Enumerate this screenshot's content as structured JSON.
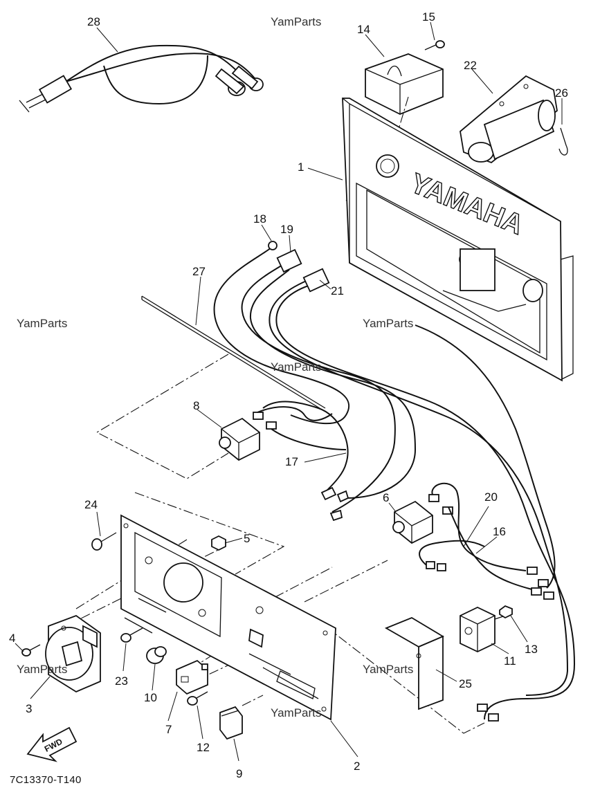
{
  "watermarks": [
    "YamParts",
    "YamParts",
    "YamParts",
    "YamParts",
    "YamParts",
    "YamParts",
    "YamParts"
  ],
  "diagram_code": "7C13370-T140",
  "fwd_label": "FWD",
  "brand_text": "YAMAHA",
  "callouts": {
    "c1": "1",
    "c2": "2",
    "c3": "3",
    "c4": "4",
    "c5": "5",
    "c6": "6",
    "c7": "7",
    "c8": "8",
    "c9": "9",
    "c10": "10",
    "c11": "11",
    "c12": "12",
    "c13": "13",
    "c14": "14",
    "c15": "15",
    "c16": "16",
    "c17": "17",
    "c18": "18",
    "c19": "19",
    "c20": "20",
    "c21": "21",
    "c22": "22",
    "c23": "23",
    "c24": "24",
    "c25": "25",
    "c26": "26",
    "c27": "27",
    "c28": "28"
  }
}
